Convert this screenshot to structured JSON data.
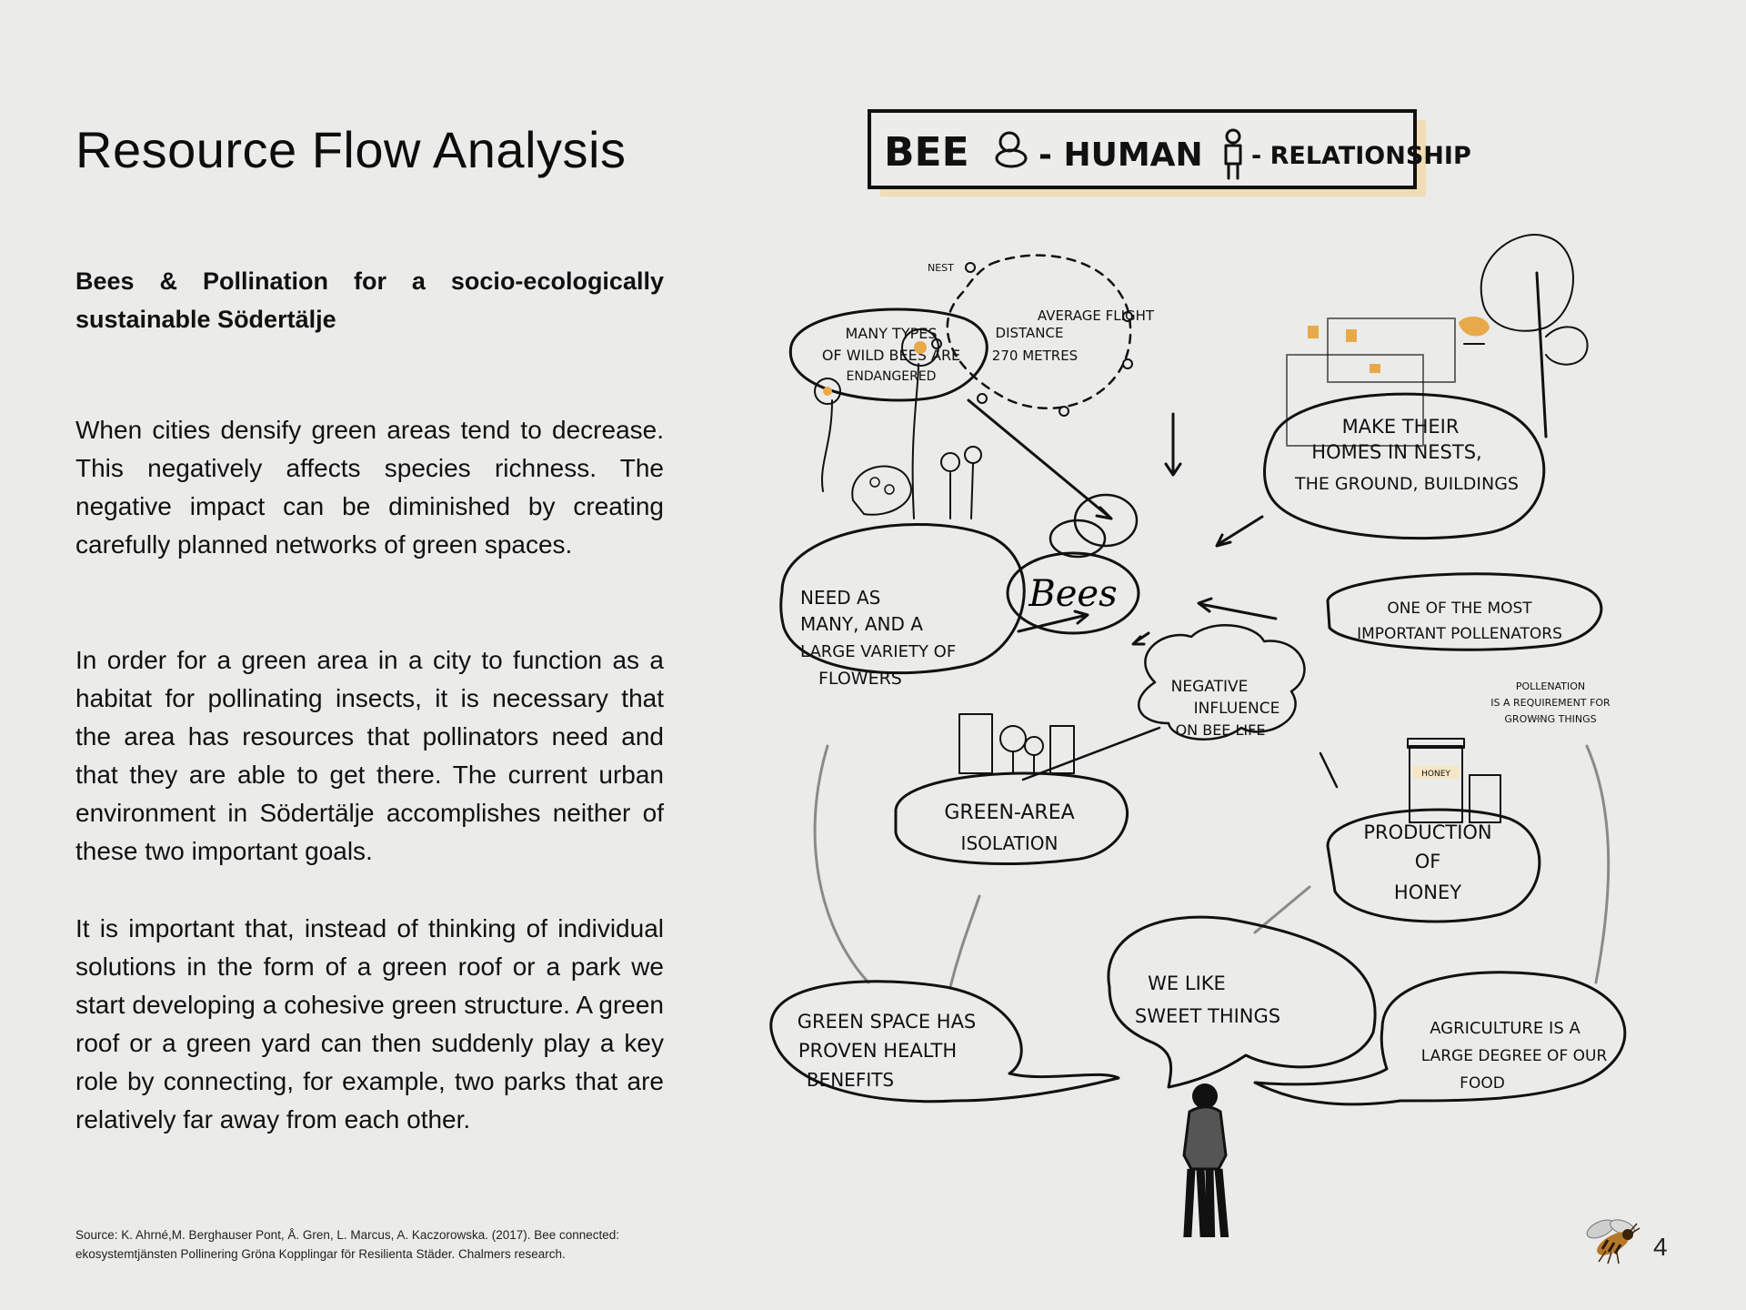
{
  "page": {
    "title": "Resource Flow Analysis",
    "subtitle": "Bees & Pollination for a socio-ecologically sustainable Södertälje",
    "paragraphs": [
      "When cities densify green areas tend to decrease. This negatively affects species richness. The negative impact can be diminished by creating carefully planned networks of green spaces.",
      "In order for a green area in a city to function as a habitat for pollinating insects, it is necessary that the area has resources that pollinators need and that they are able to get there. The current urban environment in Södertälje accomplishes neither of these two important goals.",
      "It is important that, instead of thinking of individual solutions in the form of a green roof or a park we start developing a cohesive green structure. A green roof or a green yard can then suddenly play a key role by connecting, for example, two parks that are relatively far away from each other."
    ],
    "source": "Source: K. Ahrné,M. Berghauser Pont, Å. Gren, L. Marcus, A. Kaczorowska. (2017). Bee connected: ekosystemtjänsten Pollinering Gröna Kopplingar för Resilienta Städer. Chalmers research.",
    "page_number": "4"
  },
  "diagram": {
    "title_parts": [
      "BEE",
      "- HUMAN",
      "- RELATIONSHIP"
    ],
    "center": "Bees",
    "nest_label": "NEST",
    "flight": [
      "AVERAGE FLIGHT",
      "DISTANCE",
      "270 METRES"
    ],
    "endangered": [
      "MANY TYPES",
      "OF WILD BEES ARE",
      "ENDANGERED"
    ],
    "homes": [
      "MAKE THEIR",
      "HOMES IN NESTS,",
      "THE GROUND, BUILDINGS"
    ],
    "flowers": [
      "NEED AS",
      "MANY, AND A",
      "LARGE VARIETY OF",
      "FLOWERS"
    ],
    "pollinators": [
      "ONE OF THE MOST",
      "IMPORTANT POLLENATORS"
    ],
    "pollenation": [
      "POLLENATION",
      "IS A REQUIREMENT FOR",
      "GROWING THINGS"
    ],
    "negative": [
      "NEGATIVE",
      "INFLUENCE",
      "ON BEE LIFE"
    ],
    "isolation": [
      "GREEN-AREA",
      "ISOLATION"
    ],
    "honey": [
      "PRODUCTION",
      "OF",
      "HONEY"
    ],
    "honey_jar_label": "HONEY",
    "sweet": [
      "WE LIKE",
      "SWEET THINGS"
    ],
    "health": [
      "GREEN SPACE HAS",
      "PROVEN HEALTH",
      "BENEFITS"
    ],
    "agriculture": [
      "AGRICULTURE IS A",
      "LARGE DEGREE OF OUR",
      "FOOD"
    ]
  },
  "colors": {
    "background": "#ebebea",
    "honey": "#e8a94a",
    "ink": "#111111",
    "grey_arrow": "#8a8a8a"
  }
}
